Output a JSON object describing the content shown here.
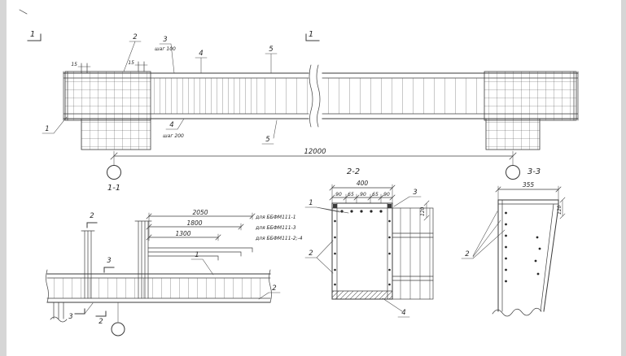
{
  "main_view": {
    "section_mark_left": "1",
    "section_mark_mid": "1",
    "dim_15_a": "15",
    "dim_15_b": "15",
    "callout_2": "2",
    "callout_3": "3",
    "note_step_100": "шаг 100",
    "callout_4_top": "4",
    "callout_5_top": "5",
    "callout_1": "1",
    "callout_4_bottom": "4",
    "note_step_200": "шаг 200",
    "callout_5_bottom": "5",
    "dim_total": "12000"
  },
  "views": {
    "view_1_1_label": "1-1",
    "view_2_2_label": "2-2",
    "view_3_3_label": "3-3"
  },
  "section_1_1": {
    "dims": [
      {
        "value": "2050",
        "note": "для ББФМ111-1"
      },
      {
        "value": "1800",
        "note": "для ББФМ111-3"
      },
      {
        "value": "1300",
        "note": "для ББФМ111-2;-4"
      }
    ],
    "mark_2_top": "2",
    "mark_2_bottom": "2",
    "mark_3_top": "3",
    "mark_3_bottom": "3",
    "callout_1": "1",
    "callout_2": "2"
  },
  "section_2_2": {
    "dim_width": "400",
    "sub_dims": [
      "90",
      "65",
      "90",
      "65",
      "90"
    ],
    "dim_height": "120",
    "callout_1": "1",
    "callout_2": "2",
    "callout_3": "3",
    "callout_4": "4"
  },
  "section_3_3": {
    "dim_width": "355",
    "dim_height": "120",
    "callout_2": "2"
  }
}
